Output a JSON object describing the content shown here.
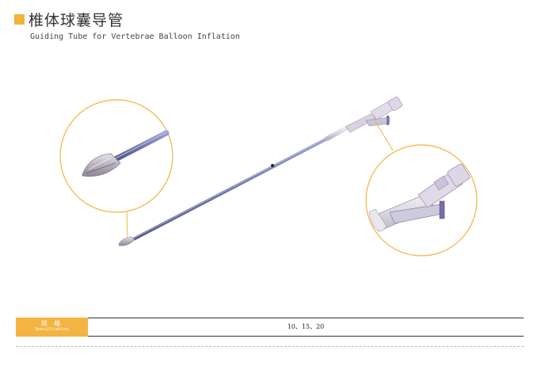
{
  "title": {
    "cn": "椎体球囊导管",
    "en": "Guiding Tube for Vertebrae Balloon Inflation"
  },
  "spec": {
    "label_cn": "规 格",
    "label_en": "Specification",
    "value": "10、15、20"
  },
  "colors": {
    "accent": "#f0b33c",
    "callout_ring": "#f0b33c",
    "tube": "#7a7fb0"
  },
  "icons": {
    "title_marker": "orange-square-icon"
  }
}
